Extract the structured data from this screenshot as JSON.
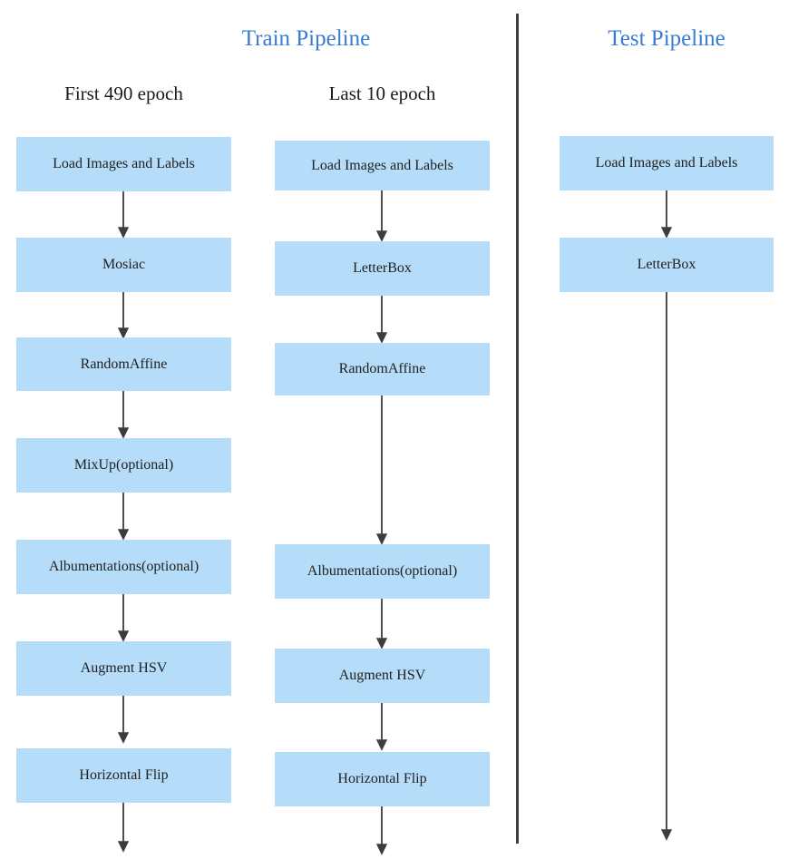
{
  "diagram": {
    "title_train": "Train Pipeline",
    "title_test": "Test Pipeline",
    "divider_color": "#3d3d3d",
    "box_fill": "#b5dcf8",
    "title_color": "#3a7bd5",
    "arrow_color": "#3d3d3d"
  },
  "columns": {
    "first490": {
      "phase_label": "First 490 epoch",
      "nodes": [
        {
          "label": "Load Images and Labels"
        },
        {
          "label": "Mosiac"
        },
        {
          "label": "RandomAffine"
        },
        {
          "label": "MixUp(optional)"
        },
        {
          "label": "Albumentations(optional)"
        },
        {
          "label": "Augment HSV"
        },
        {
          "label": "Horizontal Flip"
        }
      ]
    },
    "last10": {
      "phase_label": "Last 10 epoch",
      "nodes": [
        {
          "label": "Load Images and Labels"
        },
        {
          "label": "LetterBox"
        },
        {
          "label": "RandomAffine"
        },
        {
          "label": "Albumentations(optional)"
        },
        {
          "label": "Augment HSV"
        },
        {
          "label": "Horizontal Flip"
        }
      ]
    },
    "test": {
      "phase_label": "",
      "nodes": [
        {
          "label": "Load Images and Labels"
        },
        {
          "label": "LetterBox"
        }
      ]
    }
  }
}
